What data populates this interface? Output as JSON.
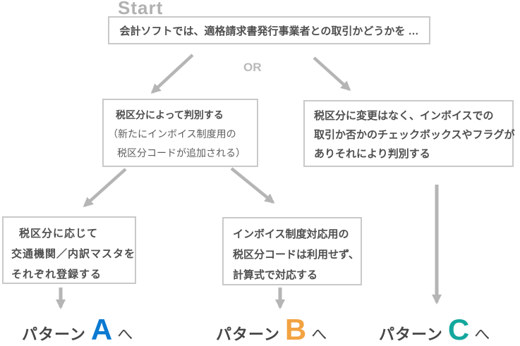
{
  "diagram": {
    "start_label": "Start",
    "or_label": "OR",
    "nodes": {
      "root": {
        "text": "会計ソフトでは、適格請求書発行事業者との取引かどうかを …"
      },
      "branch_left": {
        "line1": "税区分によって判別する",
        "line2": "（新たにインボイス制度用の",
        "line3": "税区分コードが追加される）"
      },
      "branch_right": {
        "line1": "税区分に変更はなく、インボイスでの",
        "line2": "取引か否かのチェックボックスやフラグが",
        "line3": "ありそれにより判別する"
      },
      "leaf_a": {
        "line1": "税区分に応じて",
        "line2": "交通機関／内訳マスタを",
        "line3": "それぞれ登録する"
      },
      "leaf_b": {
        "line1": "インボイス制度対応用の",
        "line2": "税区分コードは利用せず、",
        "line3": "計算式で対応する"
      }
    },
    "patterns": [
      {
        "prefix": "パターン",
        "letter": "A",
        "suffix": "へ",
        "color": "#0b7ad1"
      },
      {
        "prefix": "パターン",
        "letter": "B",
        "suffix": "へ",
        "color": "#f2a341"
      },
      {
        "prefix": "パターン",
        "letter": "C",
        "suffix": "へ",
        "color": "#14a79d"
      }
    ],
    "colors": {
      "arrow": "#b5b5b5",
      "muted_label": "#b1b1b1",
      "box_border": "#c9c9c9",
      "text": "#4f4f4f"
    }
  }
}
